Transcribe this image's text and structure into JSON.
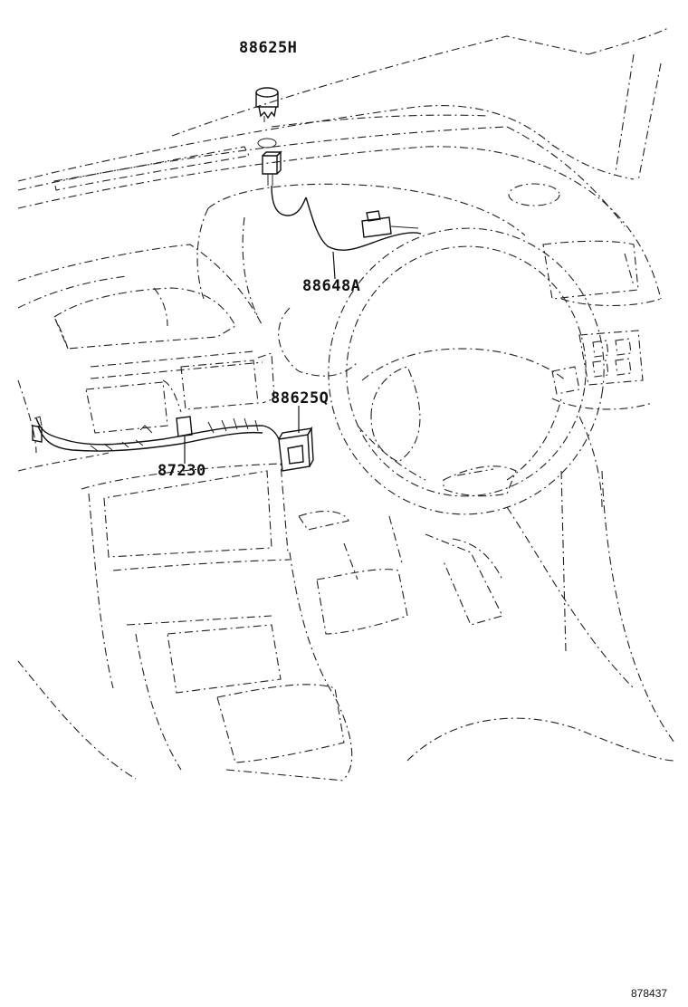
{
  "diagram": {
    "part_labels": {
      "p88625H": "88625H",
      "p88648A": "88648A",
      "p88625Q": "88625Q",
      "p87230": "87230"
    },
    "reference_code": "878437"
  }
}
